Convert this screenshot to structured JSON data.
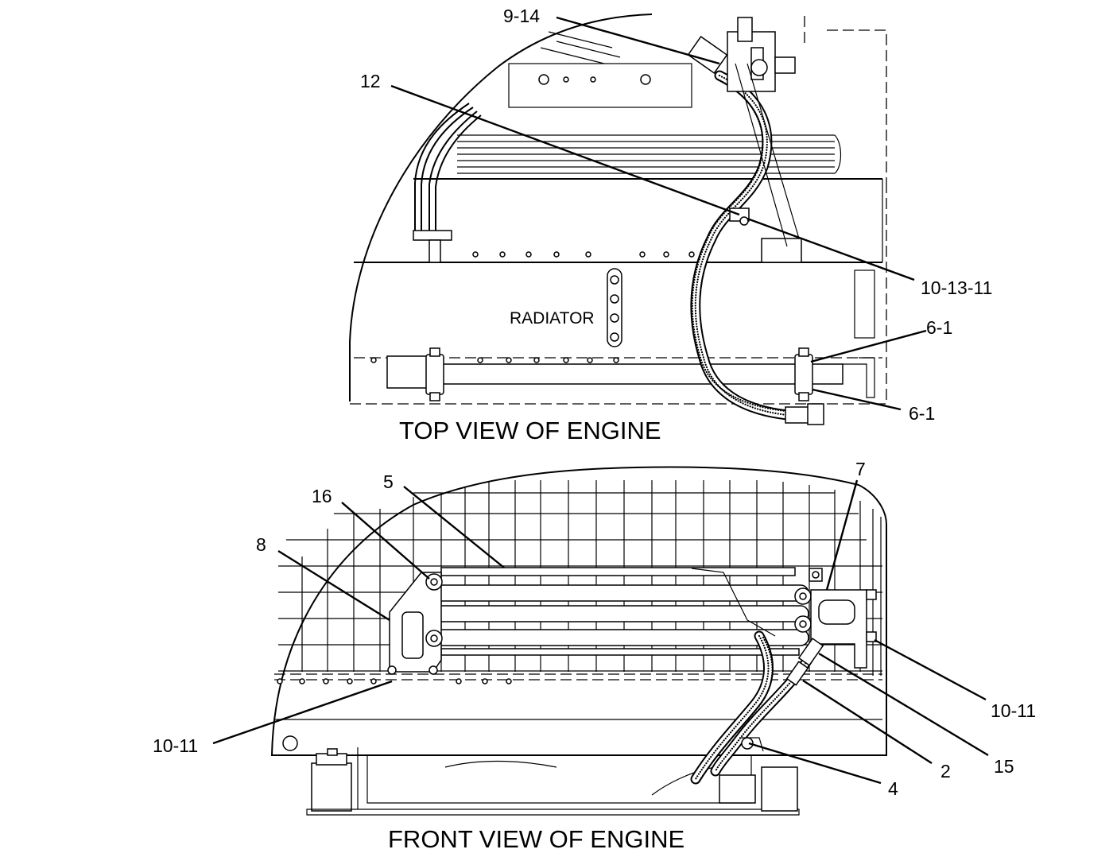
{
  "top_view": {
    "title": "TOP VIEW OF ENGINE",
    "radiator_label": "RADIATOR",
    "callouts": [
      {
        "id": "c-9-14",
        "text": "9-14"
      },
      {
        "id": "c-12",
        "text": "12"
      },
      {
        "id": "c-10-13-11",
        "text": "10-13-11"
      },
      {
        "id": "c-6-1-a",
        "text": "6-1"
      },
      {
        "id": "c-6-1-b",
        "text": "6-1"
      }
    ]
  },
  "front_view": {
    "title": "FRONT VIEW OF ENGINE",
    "callouts": [
      {
        "id": "c-5",
        "text": "5"
      },
      {
        "id": "c-16",
        "text": "16"
      },
      {
        "id": "c-8",
        "text": "8"
      },
      {
        "id": "c-7",
        "text": "7"
      },
      {
        "id": "c-10-11-r",
        "text": "10-11"
      },
      {
        "id": "c-10-11-l",
        "text": "10-11"
      },
      {
        "id": "c-2",
        "text": "2"
      },
      {
        "id": "c-15",
        "text": "15"
      },
      {
        "id": "c-4",
        "text": "4"
      }
    ]
  }
}
